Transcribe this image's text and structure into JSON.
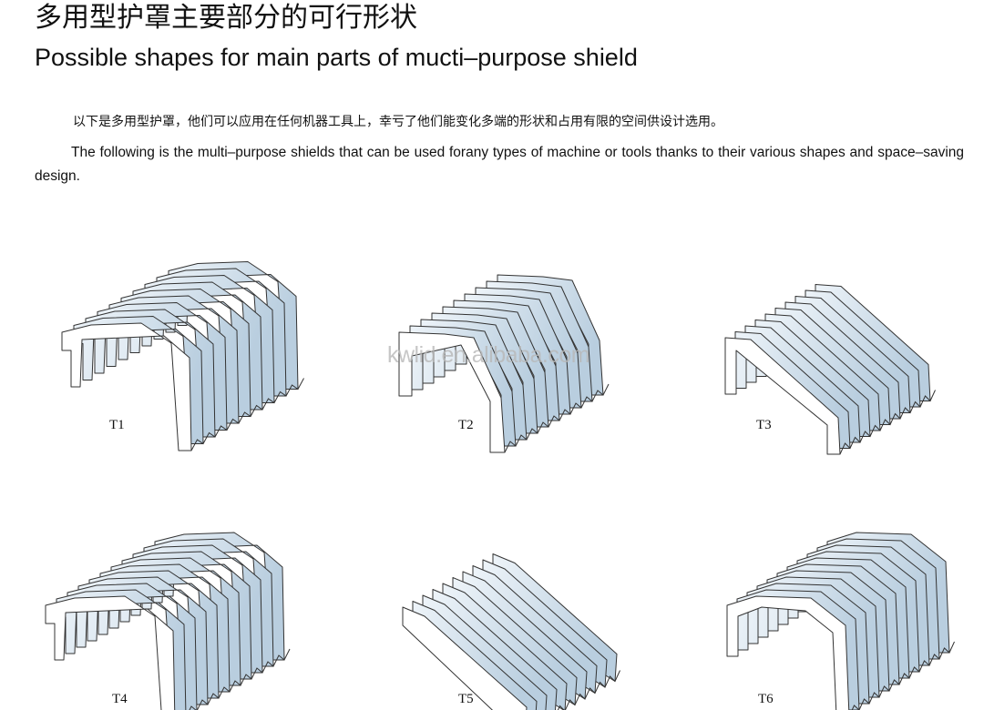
{
  "header": {
    "title_cn": "多用型护罩主要部分的可行形状",
    "title_en": "Possible shapes for main parts of mucti–purpose shield"
  },
  "intro": {
    "text_cn": "以下是多用型护罩，他们可以应用在任何机器工具上，幸亏了他们能变化多端的形状和占用有限的空间供设计选用。",
    "text_en": "The following is the multi–purpose shields that can be used forany types of machine or tools thanks to their various shapes and space–saving design."
  },
  "shapes": [
    {
      "id": "T1",
      "label": "T1",
      "profile": "arched"
    },
    {
      "id": "T2",
      "label": "T2",
      "profile": "c-channel"
    },
    {
      "id": "T3",
      "label": "T3",
      "profile": "flat"
    },
    {
      "id": "T4",
      "label": "T4",
      "profile": "arched"
    },
    {
      "id": "T5",
      "label": "T5",
      "profile": "closed-box"
    },
    {
      "id": "T6",
      "label": "T6",
      "profile": "arched-low"
    }
  ],
  "watermark": "kwlid.en.alibaba.com",
  "colors": {
    "pleat_fill_light": "#eef4f9",
    "pleat_fill_dark": "#b9cedf",
    "outline": "#333333"
  }
}
